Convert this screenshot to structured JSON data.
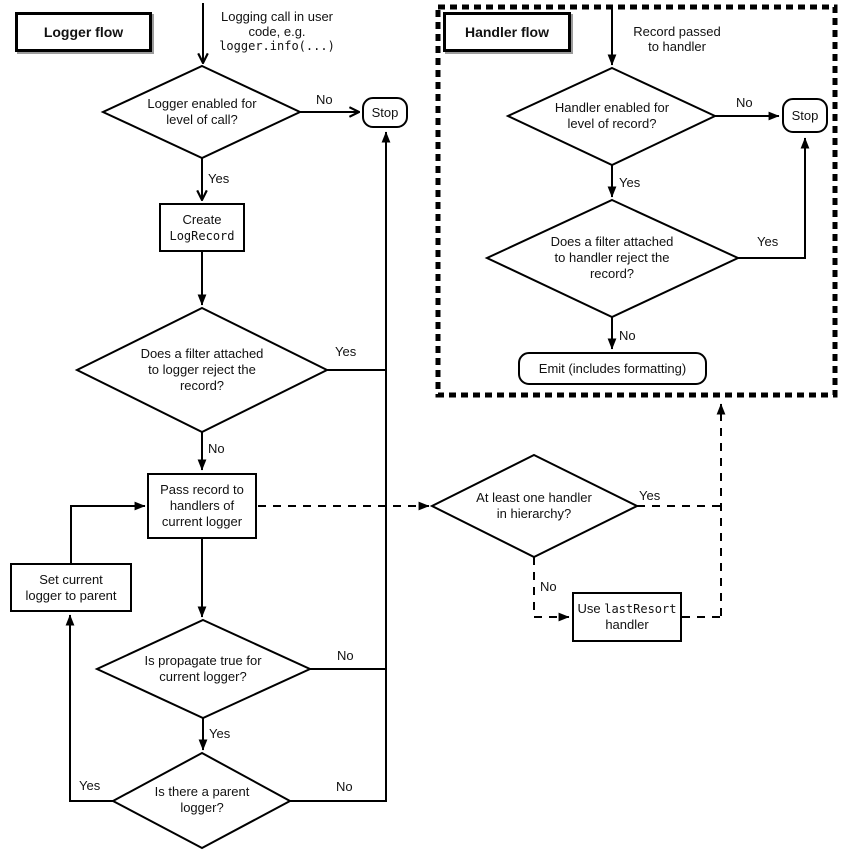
{
  "shared": {
    "yes": "Yes",
    "no": "No"
  },
  "logger_flow": {
    "title": "Logger flow",
    "entry": {
      "line1": "Logging call in user",
      "line2": "code, e.g.",
      "code": "logger.info(...)"
    },
    "nodes": {
      "logger_enabled": {
        "line1": "Logger enabled for",
        "line2": "level of call?"
      },
      "stop": "Stop",
      "create_record": {
        "line1": "Create",
        "code": "LogRecord"
      },
      "filter_logger": {
        "line1": "Does a filter attached",
        "line2": "to logger reject the",
        "line3": "record?"
      },
      "pass_record": {
        "line1": "Pass record to",
        "line2": "handlers of",
        "line3": "current logger"
      },
      "set_current": {
        "line1": "Set current",
        "line2": "logger to parent"
      },
      "propagate": {
        "line1": "Is propagate true for",
        "line2": "current logger?"
      },
      "parent_logger": {
        "line1": "Is there a parent",
        "line2": "logger?"
      }
    }
  },
  "handler_flow": {
    "title": "Handler flow",
    "entry": {
      "line1": "Record passed",
      "line2": "to handler"
    },
    "nodes": {
      "handler_enabled": {
        "line1": "Handler enabled for",
        "line2": "level of record?"
      },
      "stop": "Stop",
      "filter_handler": {
        "line1": "Does a filter attached",
        "line2": "to handler reject the",
        "line3": "record?"
      },
      "emit": "Emit (includes formatting)"
    }
  },
  "hierarchy": {
    "at_least_one": {
      "line1": "At least one handler",
      "line2": "in hierarchy?"
    },
    "use_lastresort": {
      "pre": "Use ",
      "code": "lastResort",
      "line2": "handler"
    }
  }
}
